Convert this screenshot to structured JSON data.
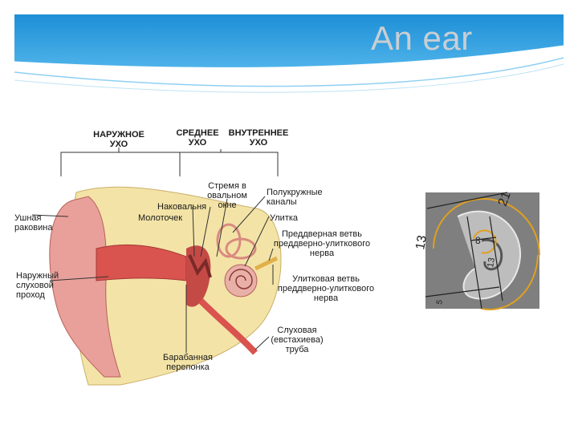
{
  "slide": {
    "title": "An ear"
  },
  "diagram": {
    "sections": [
      {
        "id": "outer",
        "line1": "НАРУЖНОЕ",
        "line2": "УХО"
      },
      {
        "id": "middle",
        "line1": "СРЕДНЕЕ",
        "line2": "УХО"
      },
      {
        "id": "inner",
        "line1": "ВНУТРЕННЕЕ",
        "line2": "УХО"
      }
    ],
    "labels": {
      "auricle": [
        "Ушная",
        "раковина"
      ],
      "canal": [
        "Наружный",
        "слуховой",
        "проход"
      ],
      "stapes": [
        "Стремя в",
        "овальном",
        "окне"
      ],
      "incus": [
        "Наковальня"
      ],
      "malleus": [
        "Молоточек"
      ],
      "semicircular": [
        "Полукружные",
        "каналы"
      ],
      "cochlea": [
        "Улитка"
      ],
      "vestibular_nerve": [
        "Преддверная ветвь",
        "преддверно-улиткового",
        "нерва"
      ],
      "cochlear_nerve": [
        "Улитковая ветвь",
        "преддверно-улиткового",
        "нерва"
      ],
      "eustachian": [
        "Слуховая",
        "(евстахиева)",
        "труба"
      ],
      "eardrum": [
        "Барабанная",
        "перепонка"
      ]
    },
    "colors": {
      "skin": "#e9a09a",
      "bone": "#f3e3a6",
      "canal": "#d9534f",
      "nerve": "#e0b04a"
    }
  },
  "photo": {
    "numbers": [
      "21",
      "13",
      "8",
      "13",
      "5"
    ],
    "accent": "#e0a020"
  }
}
